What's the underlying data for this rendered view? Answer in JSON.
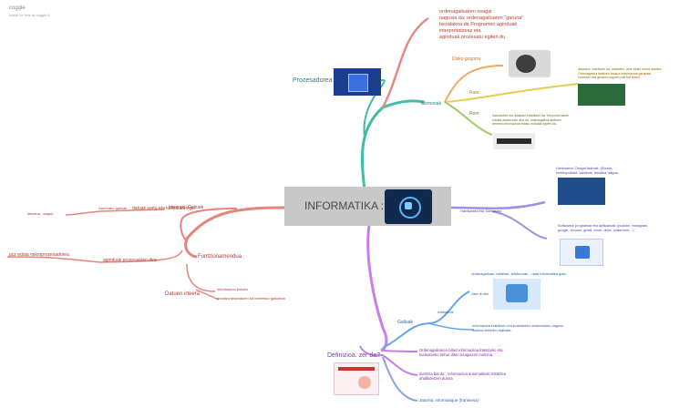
{
  "header": {
    "app": "coggle",
    "tagline": "made for free at coggle.it"
  },
  "central": {
    "title": "INFORMATIKA :"
  },
  "branches": {
    "prozesadorea": {
      "label": "Prozesadorea",
      "lines": [
        "ordenagailuaren osagai",
        "nagusia da; ordenagailuaren \"garuna\"",
        "bezalakoa da Programen aginduak",
        "interpretatzeaz eta",
        "aginduak prozesatu egiten du"
      ]
    },
    "memoriak": {
      "label": "Memoriak",
      "disko": {
        "label": "Disko gogorra"
      },
      "ram": {
        "label": "Ram",
        "note": [
          "Aldaakor motukoen da, aldabeko ,ame ekalo mona dauden .",
          "Ordenagailua itzaltzen bada,a informazioa gerabatu",
          "ezerezen eta gerakin pogram pde bai teben."
        ]
      },
      "rom": {
        "label": "Rom",
        "note": [
          "Irakurtzeko eta ikasteko erabiltzen da. Memoria hauen",
          "edukia aldatu ezin dira da. ordenagailua itzaltzen",
          "denean informazioa edoko eutsiala egiten da."
        ]
      }
    },
    "hardware": {
      "label": "Hardwarea eta Softwarea",
      "hw": [
        "Hardwarea: Osagai fisikoak. (Kbuda,",
        "elektropoikaia, kablerak, teklatua, sagua..."
      ],
      "sw": [
        "Softwarea: programak eta aplikazioak (youtube, instagram,",
        "google, chrome, gmail, excel, drive, classroom,...)"
      ]
    },
    "funtzionamendua": {
      "label": "Funtzionamendua",
      "irteera": "Irteerako Gailuak",
      "sarrera_chain": [
        "Sarrerako gailuak",
        "datuak sortu eta kalkuluak egin"
      ],
      "teklatua": "teklatua , sagua",
      "aginduak": "aginduak prozesatzen dira",
      "mikroprozesadore": "pcz edota mikroprozesadorea",
      "datuen": "Datuen irteera",
      "inf1": "informazioa bukatu",
      "inf2": "emaitza bistaratzen da interesko gailuetan"
    },
    "gailuak": {
      "label": "Gailuak",
      "adibideak": "Adibideak",
      "top_note": "ordenagailuak, tabletak, telefonoak... data informatika gaia",
      "label2": "Jadi di dini",
      "info": [
        "Informazioa erabiltzen eta kudeatzeko sistemetatzu dagoen",
        "makina elektriko digitalak."
      ]
    },
    "definizioa": {
      "label": "Definizioa. zer da?",
      "d1": [
        "Ordenagailuaren bitiez informazioa tratatzeko eta",
        "kudeatzeko behar diren ezagutzen multzoa"
      ],
      "d2": [
        "Zientzia bat da , Informazioa automatikoki tratatzea",
        "ahalbidetzen duena"
      ],
      "d3": "Jatorria: informatique (frantsesa)"
    }
  },
  "colors": {
    "central_bg": "#c8c8c8",
    "prozesadorea": "#e58a86",
    "memoriak": "#41bca5",
    "disko": "#f0a868",
    "ram": "#e3cf4d",
    "rom": "#a4c86c",
    "hardware": "#9e8fe6",
    "funtzio": "#e4857f",
    "gailuak": "#68a6e8",
    "def": "#c87ee8",
    "def_blue": "#8aa4ec"
  }
}
